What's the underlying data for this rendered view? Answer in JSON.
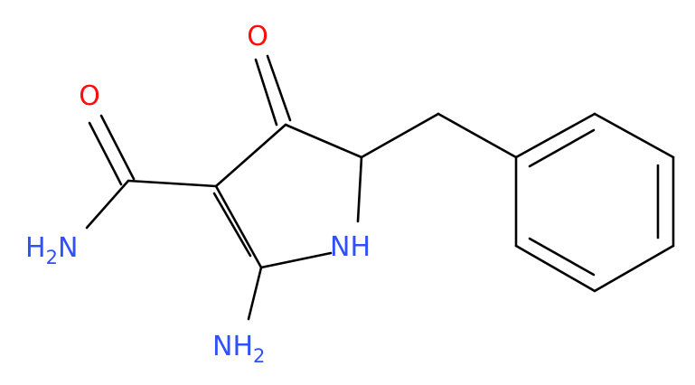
{
  "molecule": {
    "atoms": {
      "ketone_oxygen": {
        "symbol": "O",
        "subscript": "",
        "color": "#ff0d0d"
      },
      "amide_oxygen": {
        "symbol": "O",
        "subscript": "",
        "color": "#ff0d0d"
      },
      "amide_nitrogen": {
        "symbol": "H",
        "subscript": "2",
        "suffix": "N",
        "color": "#3050f8"
      },
      "ring_nitrogen": {
        "symbol": "NH",
        "subscript": "",
        "color": "#3050f8"
      },
      "amino_nitrogen": {
        "symbol": "NH",
        "subscript": "2",
        "color": "#3050f8"
      }
    },
    "bond_color": "#000000"
  }
}
